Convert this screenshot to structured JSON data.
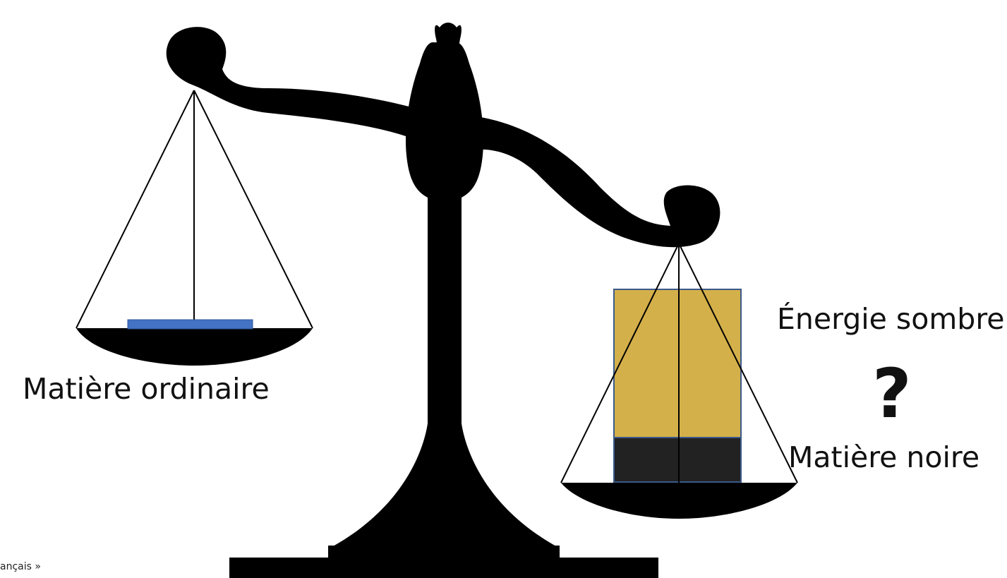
{
  "labels": {
    "ordinary_matter": "Matière ordinaire",
    "dark_energy": "Énergie sombre",
    "question_mark": "?",
    "dark_matter": "Matière noire",
    "footer_fragment": "ançais »"
  },
  "colors": {
    "scale": "#000000",
    "ordinary_matter_block": "#4472c4",
    "dark_energy_block": "#d4b04a",
    "dark_matter_block": "#222222",
    "block_outline": "#3b5a8a",
    "background": "#ffffff"
  }
}
